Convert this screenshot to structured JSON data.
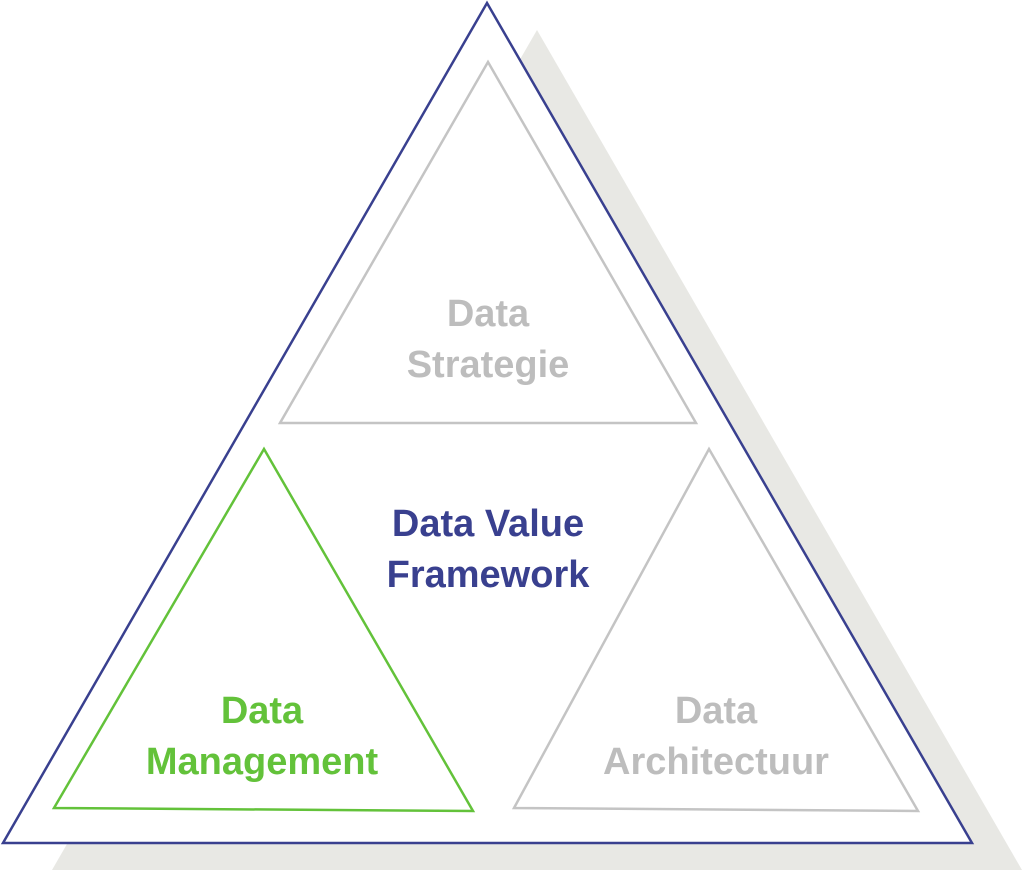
{
  "diagram": {
    "center": {
      "line1": "Data Value",
      "line2": "Framework",
      "color": "#39408f"
    },
    "strategie": {
      "line1": "Data",
      "line2": "Strategie",
      "color": "#bdbdbd"
    },
    "management": {
      "line1": "Data",
      "line2": "Management",
      "color": "#63c23a"
    },
    "architectuur": {
      "line1": "Data",
      "line2": "Architectuur",
      "color": "#bdbdbd"
    }
  },
  "colors": {
    "outer_stroke": "#39408f",
    "shadow": "#e8e8e4",
    "grey_stroke": "#c4c4c4",
    "green_stroke": "#63c23a"
  }
}
